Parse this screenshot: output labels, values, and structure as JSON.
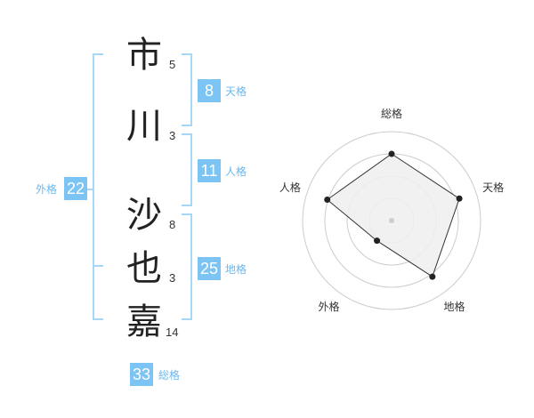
{
  "name": {
    "characters": [
      {
        "char": "市",
        "strokes": "5"
      },
      {
        "char": "川",
        "strokes": "3"
      },
      {
        "char": "沙",
        "strokes": "8"
      },
      {
        "char": "也",
        "strokes": "3"
      },
      {
        "char": "嘉",
        "strokes": "14"
      }
    ]
  },
  "kakusu": {
    "tenkaku": {
      "value": "8",
      "label": "天格"
    },
    "jinkaku": {
      "value": "11",
      "label": "人格"
    },
    "chikaku": {
      "value": "25",
      "label": "地格"
    },
    "gaikaku": {
      "value": "22",
      "label": "外格"
    },
    "soukaku": {
      "value": "33",
      "label": "総格"
    }
  },
  "chart_data": {
    "type": "radar",
    "axes": [
      "総格",
      "天格",
      "地格",
      "外格",
      "人格"
    ],
    "values": [
      0.75,
      0.8,
      0.78,
      0.28,
      0.76
    ],
    "rings": 4,
    "colors": {
      "fill": "#eeeeee",
      "ring": "#cccccc",
      "line": "#333333",
      "dot": "#222222",
      "center": "#cccccc"
    }
  }
}
